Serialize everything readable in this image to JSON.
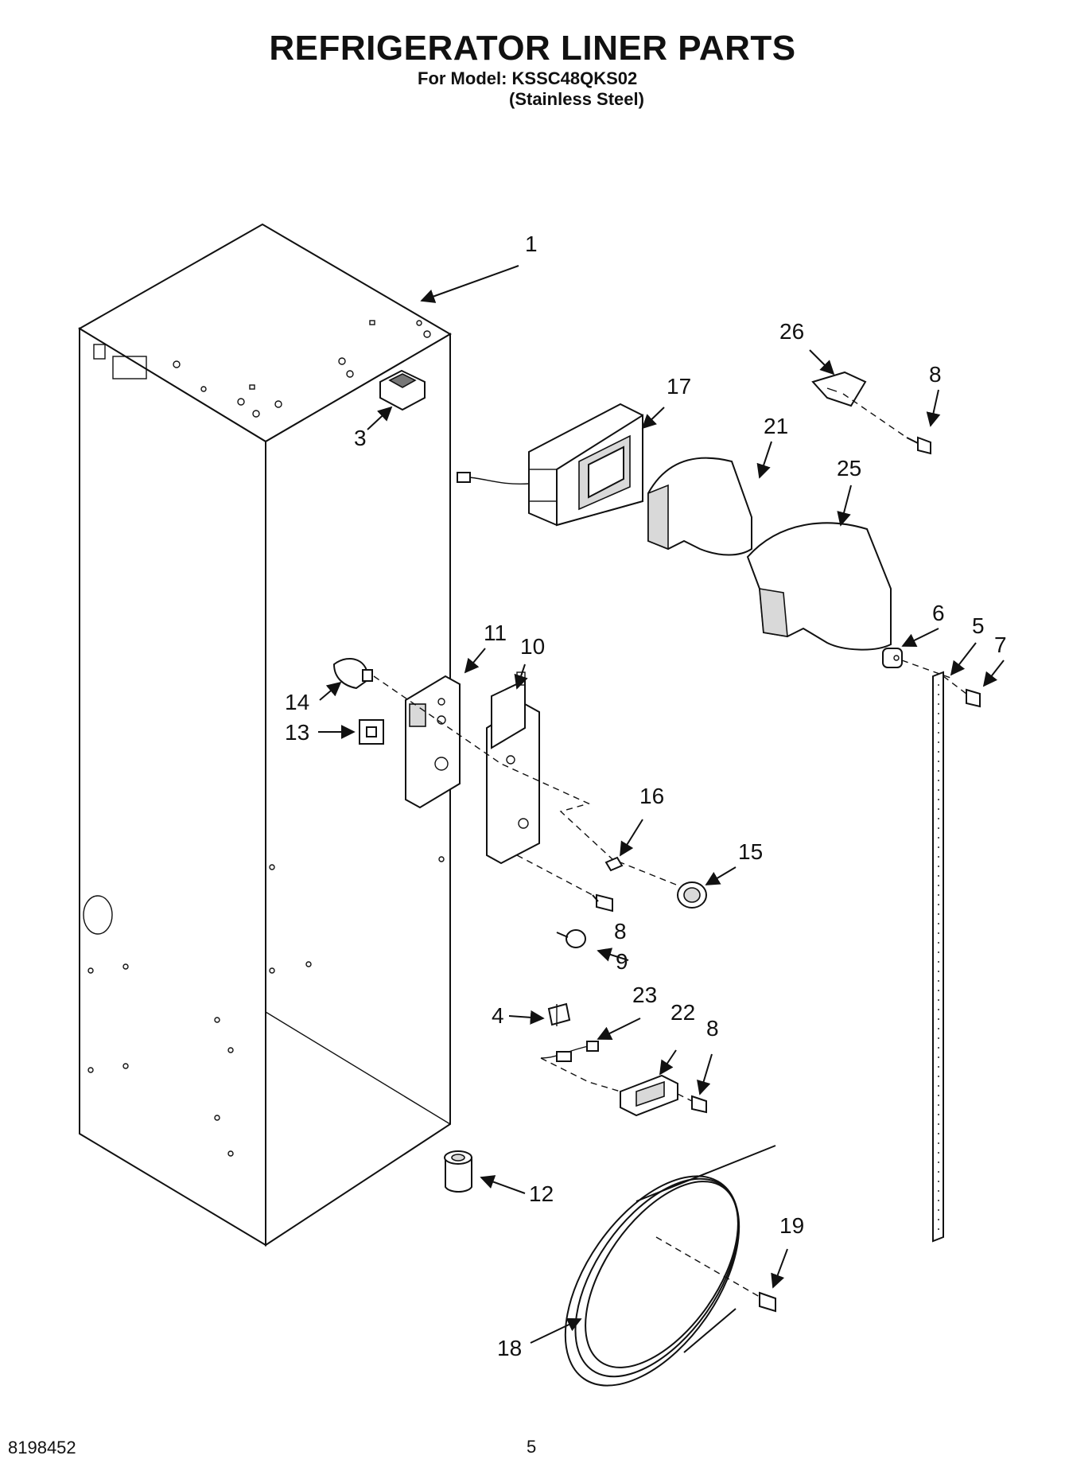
{
  "header": {
    "title": "REFRIGERATOR LINER PARTS",
    "model_line": "For Model: KSSC48QKS02",
    "variant_line": "(Stainless Steel)"
  },
  "footer": {
    "document_number": "8198452",
    "page_number": "5"
  },
  "callouts": [
    {
      "id": "c1",
      "label": "1"
    },
    {
      "id": "c3",
      "label": "3"
    },
    {
      "id": "c26",
      "label": "26"
    },
    {
      "id": "c8a",
      "label": "8"
    },
    {
      "id": "c17",
      "label": "17"
    },
    {
      "id": "c21",
      "label": "21"
    },
    {
      "id": "c25",
      "label": "25"
    },
    {
      "id": "c11",
      "label": "11"
    },
    {
      "id": "c10",
      "label": "10"
    },
    {
      "id": "c6",
      "label": "6"
    },
    {
      "id": "c5",
      "label": "5"
    },
    {
      "id": "c7",
      "label": "7"
    },
    {
      "id": "c14",
      "label": "14"
    },
    {
      "id": "c13",
      "label": "13"
    },
    {
      "id": "c16",
      "label": "16"
    },
    {
      "id": "c15",
      "label": "15"
    },
    {
      "id": "c8b",
      "label": "8"
    },
    {
      "id": "c9",
      "label": "9"
    },
    {
      "id": "c4",
      "label": "4"
    },
    {
      "id": "c23",
      "label": "23"
    },
    {
      "id": "c22",
      "label": "22"
    },
    {
      "id": "c8c",
      "label": "8"
    },
    {
      "id": "c12",
      "label": "12"
    },
    {
      "id": "c19",
      "label": "19"
    },
    {
      "id": "c18",
      "label": "18"
    }
  ]
}
